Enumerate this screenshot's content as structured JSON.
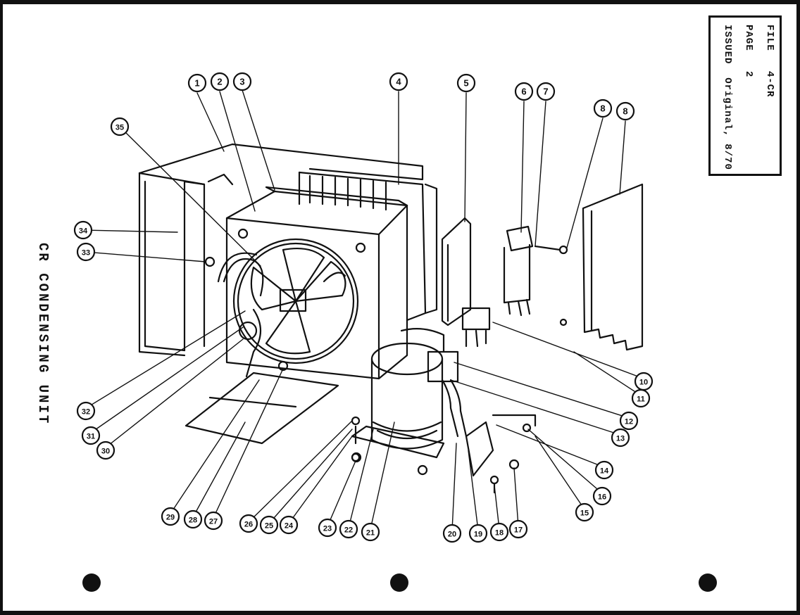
{
  "side_title": "CR CONDENSING UNIT",
  "info": {
    "file_label": "FILE",
    "file_value": "4-CR",
    "page_label": "PAGE",
    "page_value": "2",
    "issued_label": "ISSUED",
    "issued_value": "Original, 8/70"
  },
  "callouts": [
    "1",
    "2",
    "3",
    "4",
    "5",
    "6",
    "7",
    "8",
    "8",
    "10",
    "11",
    "12",
    "13",
    "14",
    "15",
    "16",
    "17",
    "18",
    "19",
    "20",
    "21",
    "22",
    "23",
    "24",
    "25",
    "26",
    "27",
    "28",
    "29",
    "30",
    "31",
    "32",
    "33",
    "34",
    "35"
  ],
  "colors": {
    "ink": "#111111",
    "paper": "#ffffff"
  }
}
